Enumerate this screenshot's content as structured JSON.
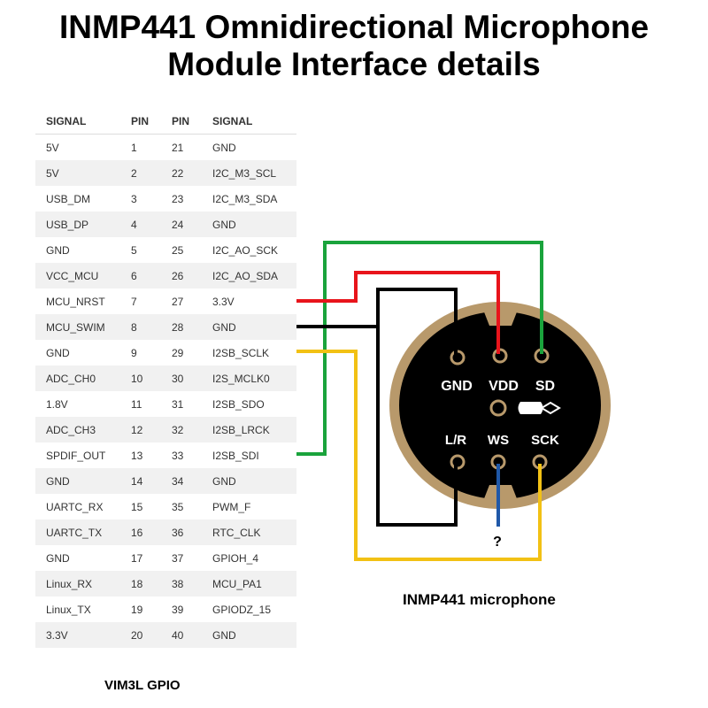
{
  "title": {
    "line1": "INMP441 Omnidirectional Microphone",
    "line2": "Module Interface details"
  },
  "gpio_table": {
    "headers": [
      "SIGNAL",
      "PIN",
      "PIN",
      "SIGNAL"
    ],
    "rows": [
      [
        "5V",
        "1",
        "21",
        "GND"
      ],
      [
        "5V",
        "2",
        "22",
        "I2C_M3_SCL"
      ],
      [
        "USB_DM",
        "3",
        "23",
        "I2C_M3_SDA"
      ],
      [
        "USB_DP",
        "4",
        "24",
        "GND"
      ],
      [
        "GND",
        "5",
        "25",
        "I2C_AO_SCK"
      ],
      [
        "VCC_MCU",
        "6",
        "26",
        "I2C_AO_SDA"
      ],
      [
        "MCU_NRST",
        "7",
        "27",
        "3.3V"
      ],
      [
        "MCU_SWIM",
        "8",
        "28",
        "GND"
      ],
      [
        "GND",
        "9",
        "29",
        "I2SB_SCLK"
      ],
      [
        "ADC_CH0",
        "10",
        "30",
        "I2S_MCLK0"
      ],
      [
        "1.8V",
        "11",
        "31",
        "I2SB_SDO"
      ],
      [
        "ADC_CH3",
        "12",
        "32",
        "I2SB_LRCK"
      ],
      [
        "SPDIF_OUT",
        "13",
        "33",
        "I2SB_SDI"
      ],
      [
        "GND",
        "14",
        "34",
        "GND"
      ],
      [
        "UARTC_RX",
        "15",
        "35",
        "PWM_F"
      ],
      [
        "UARTC_TX",
        "16",
        "36",
        "RTC_CLK"
      ],
      [
        "GND",
        "17",
        "37",
        "GPIOH_4"
      ],
      [
        "Linux_RX",
        "18",
        "38",
        "MCU_PA1"
      ],
      [
        "Linux_TX",
        "19",
        "39",
        "GPIODZ_15"
      ],
      [
        "3.3V",
        "20",
        "40",
        "GND"
      ]
    ],
    "caption": "VIM3L  GPIO"
  },
  "microphone": {
    "pins_top": [
      "GND",
      "VDD",
      "SD"
    ],
    "pins_bottom": [
      "L/R",
      "WS",
      "SCK"
    ],
    "unknown_mark": "?",
    "caption": "INMP441   microphone"
  },
  "colors": {
    "board": "#b8996b",
    "board_face": "#000000",
    "wire_vdd": "#e8141b",
    "wire_gnd": "#000000",
    "wire_sck": "#f2c114",
    "wire_sd": "#1aa33c",
    "wire_ws": "#1f58a8"
  }
}
